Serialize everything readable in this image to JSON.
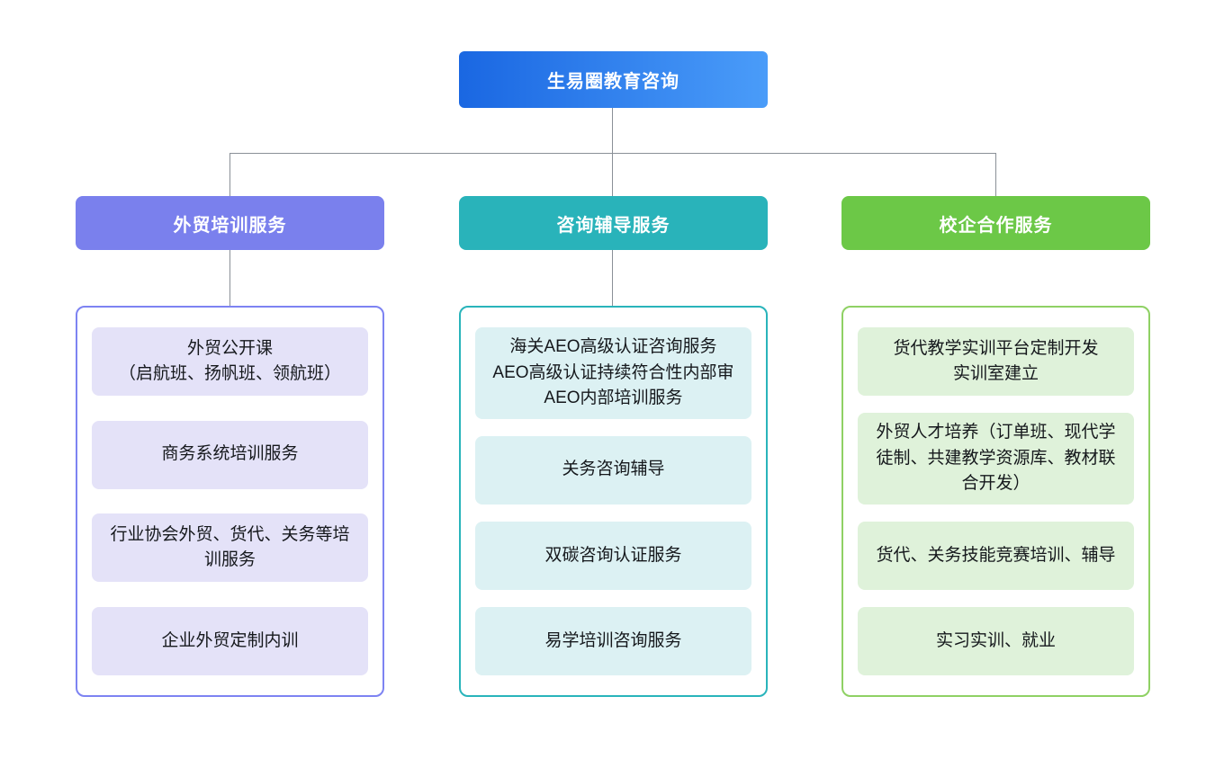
{
  "root": {
    "label": "生易圈教育咨询",
    "gradient_start": "#1a67e2",
    "gradient_end": "#4a9cf9",
    "text_color": "#ffffff"
  },
  "connector_color": "#8a9097",
  "branches": [
    {
      "id": "foreign-trade-training",
      "label": "外贸培训服务",
      "header_color": "#7a80ed",
      "border_color": "#7d83f2",
      "item_bg": "#e4e2f8",
      "items": [
        "外贸公开课\n（启航班、扬帆班、领航班）",
        "商务系统培训服务",
        "行业协会外贸、货代、关务等培训服务",
        "企业外贸定制内训"
      ]
    },
    {
      "id": "consulting-coaching",
      "label": "咨询辅导服务",
      "header_color": "#29b3ba",
      "border_color": "#29b4bb",
      "item_bg": "#dcf1f3",
      "items": [
        "海关AEO高级认证咨询服务\nAEO高级认证持续符合性内部审\nAEO内部培训服务",
        "关务咨询辅导",
        "双碳咨询认证服务",
        "易学培训咨询服务"
      ]
    },
    {
      "id": "school-enterprise-cooperation",
      "label": "校企合作服务",
      "header_color": "#6cc847",
      "border_color": "#8fd164",
      "item_bg": "#dff2da",
      "items": [
        "货代教学实训平台定制开发\n实训室建立",
        "外贸人才培养（订单班、现代学徒制、共建教学资源库、教材联合开发）",
        "货代、关务技能竞赛培训、辅导",
        "实习实训、就业"
      ]
    }
  ]
}
